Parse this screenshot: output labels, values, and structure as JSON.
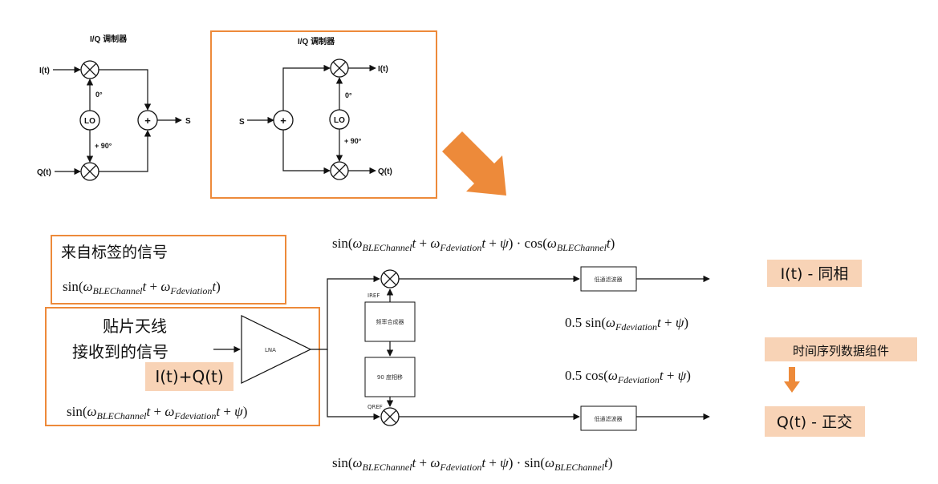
{
  "colors": {
    "accent": "#ED8A3A",
    "accent_fill": "#F8D3B6",
    "ink": "#111111"
  },
  "modulator": {
    "title": "I/Q 调制器",
    "input_i": "I(t)",
    "input_q": "Q(t)",
    "lo": "LO",
    "phase_0": "0°",
    "phase_90": "+ 90°",
    "sum": "+",
    "output": "S"
  },
  "demodulator": {
    "title": "I/Q 调制器",
    "input": "S",
    "sum": "+",
    "lo": "LO",
    "phase_0": "0°",
    "phase_90": "+ 90°",
    "output_i": "I(t)",
    "output_q": "Q(t)"
  },
  "receiver": {
    "tag_signal_title": "来自标签的信号",
    "antenna_line1": "贴片天线",
    "antenna_line2": "接收到的信号",
    "iq_badge": "I(t)+Q(t)",
    "lna": "LNA",
    "iref": "IREF",
    "qref": "QREF",
    "synth": "频率合成器",
    "shift90": "90 度相移",
    "lpf_top": "低通滤波器",
    "lpf_bottom": "低通滤波器",
    "out_i": "I(t) - 同相",
    "out_q": "Q(t) - 正交",
    "timeseries": "时间序列数据组件"
  },
  "formulas": {
    "tag": "sin(ω_BLEChannel t + ω_Fdeviation t)",
    "received": "sin(ω_BLEChannel t + ω_Fdeviation t + ψ)",
    "top_product": "sin(ω_BLEChannel t + ω_Fdeviation t + ψ) · cos(ω_BLEChannel t)",
    "bottom_product": "sin(ω_BLEChannel t + ω_Fdeviation t + ψ) · sin(ω_BLEChannel t)",
    "i_result": "0.5 sin(ω_Fdeviation t + ψ)",
    "q_result": "0.5 cos(ω_Fdeviation t + ψ)"
  }
}
